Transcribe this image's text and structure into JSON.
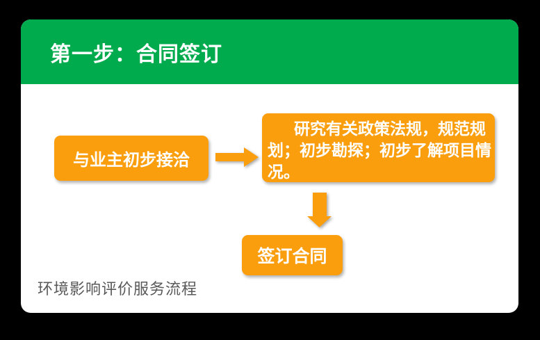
{
  "card": {
    "header": {
      "title": "第一步：合同签订"
    },
    "flow": {
      "box_contact": {
        "label": "与业主初步接洽"
      },
      "box_research": {
        "full_text": "研究有关政策法规，规范规划；初步勘探；初步了解项目情况。",
        "lines": [
          "研究有关政策法规，规范规",
          "划；初步勘探；初步了解项目情",
          "况。"
        ]
      },
      "box_sign": {
        "label": "签订合同"
      }
    },
    "footer": {
      "caption": "环境影响评价服务流程"
    },
    "colors": {
      "accent_green": "#00AB4E",
      "accent_orange": "#FA9E0D",
      "caption_gray": "#595959",
      "background_black": "#000000",
      "card_white": "#ffffff",
      "text_white": "#ffffff"
    }
  }
}
